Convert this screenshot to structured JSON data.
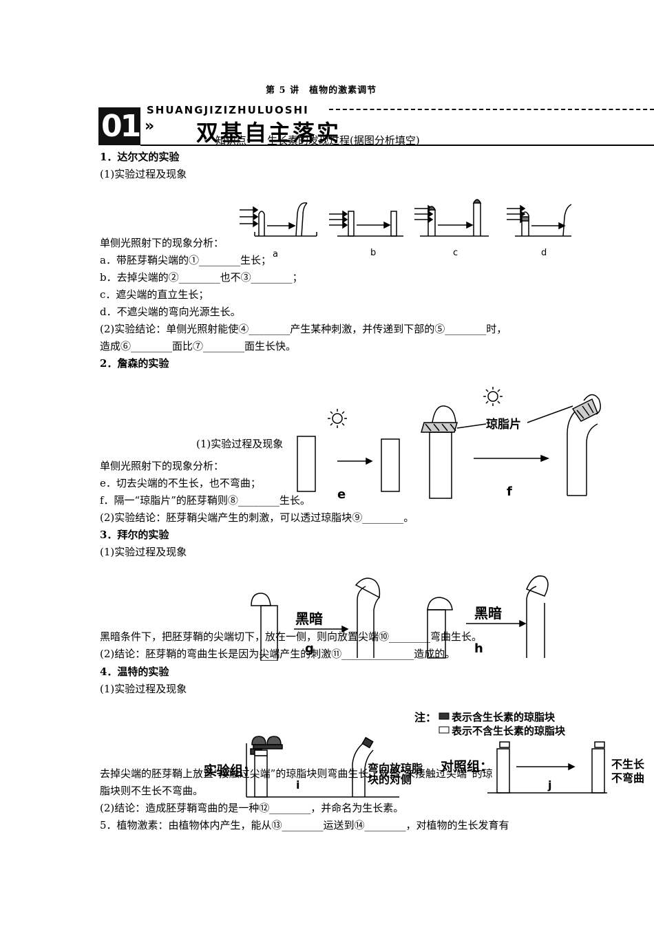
{
  "header": {
    "lecture_title": "第 5 讲　植物的激素调节",
    "banner_number": "01",
    "banner_pinyin": "SHUANGJIZIZHULUOSHI",
    "banner_title": "双基自主落实",
    "knowledge_point": "知识点一　生长素的发现过程(据图分析填空)"
  },
  "sections": {
    "darwin": {
      "heading": "1．达尔文的实验",
      "process": "(1)实验过程及现象",
      "analysis": "单侧光照射下的现象分析：",
      "a": "a．带胚芽鞘尖端的①________生长；",
      "b": "b．去掉尖端的②________也不③________；",
      "c": "c．遮尖端的直立生长；",
      "d": "d．不遮尖端的弯向光源生长。",
      "conclusion1": "(2)实验结论：单侧光照射能使④________产生某种刺激，并传递到下部的⑤________时，",
      "conclusion2": "造成⑥________面比⑦________面生长快。",
      "figure_labels": [
        "a",
        "b",
        "c",
        "d"
      ]
    },
    "jensen": {
      "heading": "2．詹森的实验",
      "process": "(1)实验过程及现象",
      "analysis": "单侧光照射下的现象分析：",
      "e": "e．切去尖端的不生长，也不弯曲；",
      "f": "f．隔一“琼脂片”的胚芽鞘则⑧________生长。",
      "conclusion": "(2)实验结论：胚芽鞘尖端产生的刺激，可以透过琼脂块⑨________。",
      "agar_label": "琼脂片",
      "figure_labels": [
        "e",
        "f"
      ]
    },
    "paal": {
      "heading": "3．拜尔的实验",
      "process": "(1)实验过程及现象",
      "text": "黑暗条件下，把胚芽鞘的尖端切下，放在一侧，则向放置尖端⑩________弯曲生长。",
      "conclusion": "(2)结论：胚芽鞘的弯曲生长是因为尖端产生的刺激⑪______________造成的。",
      "dark_label": "黑暗",
      "figure_labels": [
        "g",
        "h"
      ]
    },
    "went": {
      "heading": "4．温特的实验",
      "process": "(1)实验过程及现象",
      "text1": "去掉尖端的胚芽鞘上放置“接触过尖端”的琼脂块则弯曲生长，放置“未接触过尖端”的琼",
      "text2": "脂块则不生长不弯曲。",
      "conclusion": "(2)结论：造成胚芽鞘弯曲的是一种⑫________，并命名为生长素。",
      "note_title": "注：",
      "note_dark": "表示含生长素的琼脂块",
      "note_light": "表示不含生长素的琼脂块",
      "experiment_group": "实验组：",
      "control_group": "对照组：",
      "bend_label_1": "弯向放琼脂",
      "bend_label_2": "块的对侧",
      "no_growth_1": "不生长",
      "no_growth_2": "不弯曲",
      "figure_labels": [
        "i",
        "j"
      ]
    },
    "hormone": {
      "text": "5．植物激素：由植物体内产生，能从⑬________运送到⑭________，对植物的生长发育有"
    }
  }
}
